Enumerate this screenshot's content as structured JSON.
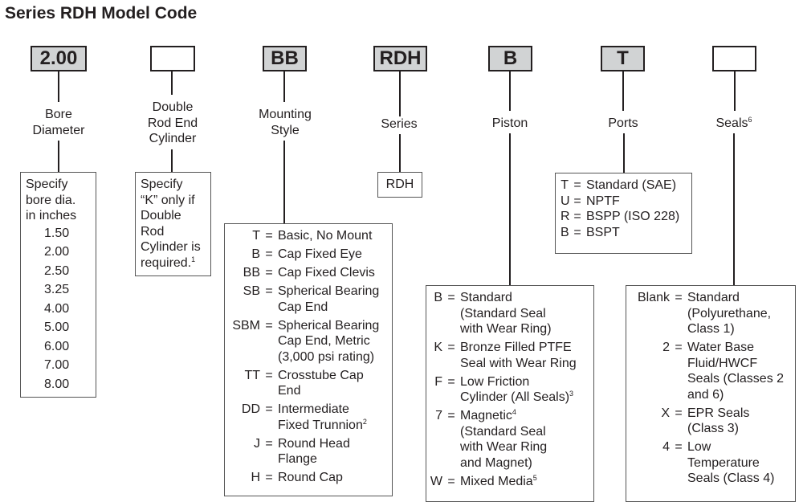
{
  "title": "Series RDH Model Code",
  "bore": {
    "code": "2.00",
    "label": "Bore\nDiameter",
    "intro": "Specify\nbore dia.\nin inches",
    "values": [
      "1.50",
      "2.00",
      "2.50",
      "3.25",
      "4.00",
      "5.00",
      "6.00",
      "7.00",
      "8.00"
    ]
  },
  "double_rod": {
    "code": "",
    "label": "Double\nRod End\nCylinder",
    "text": "Specify\n“K” only if\nDouble\nRod\nCylinder is\nrequired.",
    "footnote": "1"
  },
  "mounting": {
    "code": "BB",
    "label": "Mounting\nStyle",
    "options": [
      {
        "code": "T",
        "desc": "Basic, No Mount",
        "note": ""
      },
      {
        "code": "B",
        "desc": "Cap Fixed Eye",
        "note": ""
      },
      {
        "code": "BB",
        "desc": "Cap Fixed Clevis",
        "note": ""
      },
      {
        "code": "SB",
        "desc": "Spherical Bearing\nCap End",
        "note": ""
      },
      {
        "code": "SBM",
        "desc": "Spherical Bearing\nCap End, Metric\n(3,000 psi rating)",
        "note": ""
      },
      {
        "code": "TT",
        "desc": "Crosstube Cap\nEnd",
        "note": ""
      },
      {
        "code": "DD",
        "desc": "Intermediate\nFixed Trunnion",
        "note": "2"
      },
      {
        "code": "J",
        "desc": "Round Head\nFlange",
        "note": ""
      },
      {
        "code": "H",
        "desc": "Round Cap",
        "note": ""
      }
    ]
  },
  "series": {
    "code": "RDH",
    "label": "Series",
    "value": "RDH"
  },
  "piston": {
    "code": "B",
    "label": "Piston",
    "options": [
      {
        "code": "B",
        "desc": "Standard\n(Standard Seal\nwith Wear Ring)",
        "note": ""
      },
      {
        "code": "K",
        "desc": "Bronze Filled PTFE\nSeal with Wear Ring",
        "note": ""
      },
      {
        "code": "F",
        "desc": "Low Friction\nCylinder (All Seals)",
        "note": "3"
      },
      {
        "code": "7",
        "desc": "Magnetic",
        "note": "4",
        "desc2": "(Standard Seal\nwith Wear Ring\nand Magnet)"
      },
      {
        "code": "W",
        "desc": "Mixed Media",
        "note": "5"
      }
    ]
  },
  "ports": {
    "code": "T",
    "label": "Ports",
    "options": [
      {
        "code": "T",
        "desc": "Standard (SAE)"
      },
      {
        "code": "U",
        "desc": "NPTF"
      },
      {
        "code": "R",
        "desc": "BSPP (ISO 228)"
      },
      {
        "code": "B",
        "desc": "BSPT"
      }
    ]
  },
  "seals": {
    "code": "",
    "label": "Seals",
    "footnote": "6",
    "options": [
      {
        "code": "Blank",
        "desc": "Standard\n(Polyurethane,\n Class 1)"
      },
      {
        "code": "2",
        "desc": "Water Base\nFluid/HWCF\nSeals (Classes 2\nand 6)"
      },
      {
        "code": "X",
        "desc": "EPR Seals\n(Class 3)"
      },
      {
        "code": "4",
        "desc": "Low\nTemperature\nSeals (Class 4)"
      }
    ]
  }
}
